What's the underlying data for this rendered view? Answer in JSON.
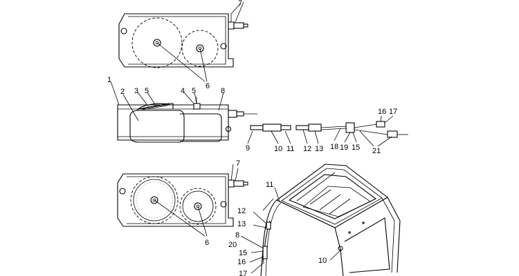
{
  "callouts": {
    "n1": "1",
    "n2": "2",
    "n3": "3",
    "n4": "4",
    "n5a": "5",
    "n5b": "5",
    "n6a": "6",
    "n6b": "6",
    "n7a": "7",
    "n7b": "7",
    "n8a": "8",
    "n9": "9",
    "n10a": "10",
    "n11a": "11",
    "n12a": "12",
    "n13a": "13",
    "n15a": "15",
    "n16a": "16",
    "n17a": "17",
    "n18": "18",
    "n19": "19",
    "n21": "21",
    "n11b": "11",
    "n12b": "12",
    "n13b": "13",
    "n8b": "8",
    "n20": "20",
    "n15b": "15",
    "n16b": "16",
    "n17b": "17",
    "n10b": "10"
  }
}
